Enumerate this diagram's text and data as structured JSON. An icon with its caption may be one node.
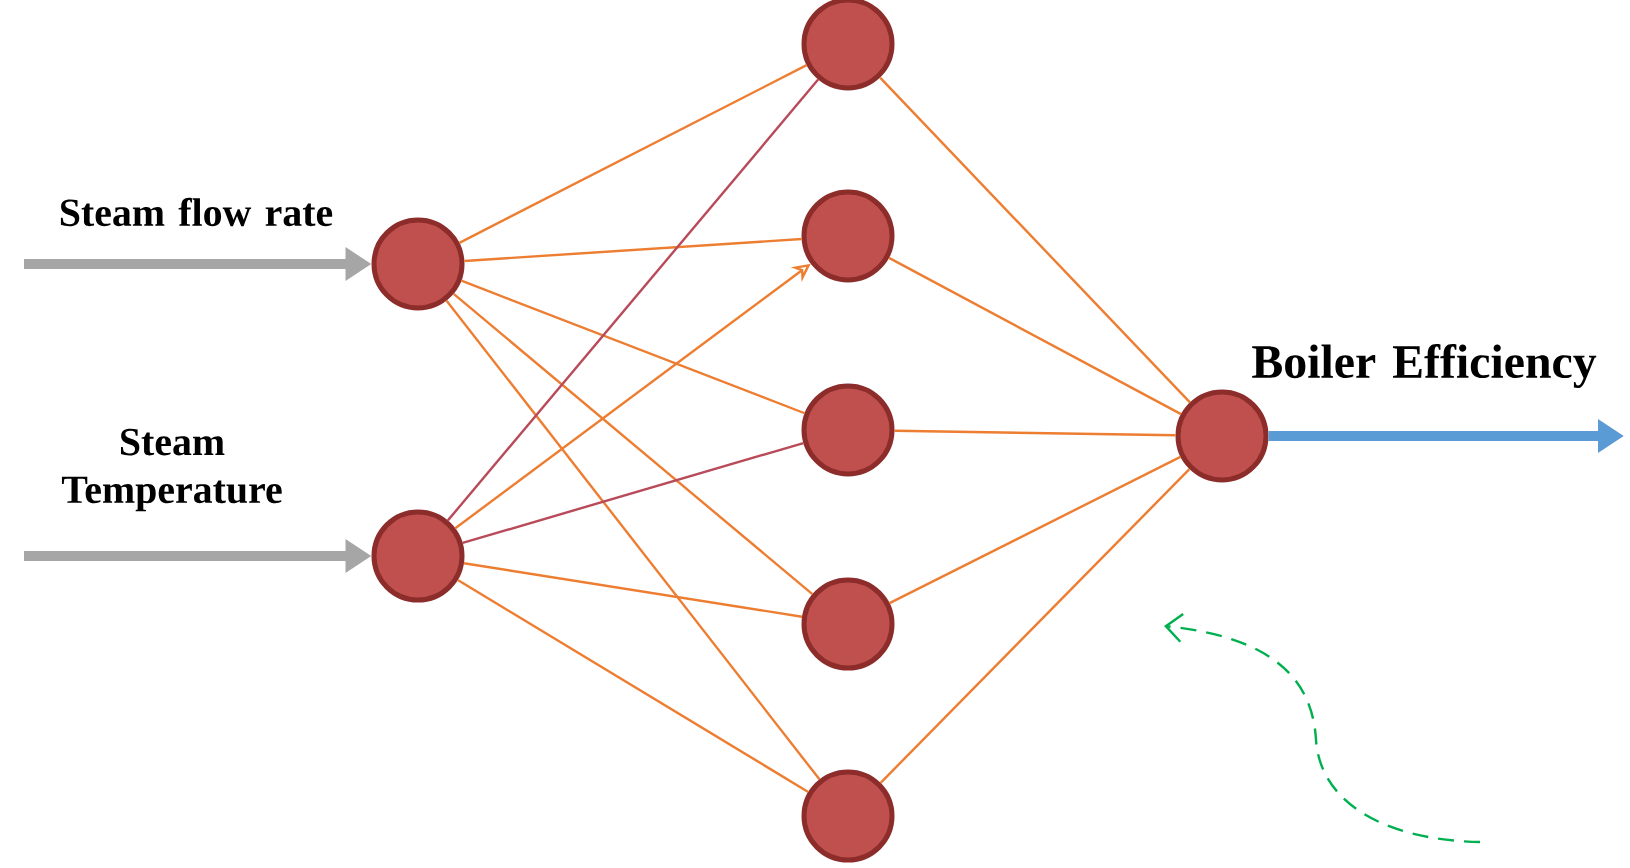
{
  "diagram": {
    "nodes": [
      {
        "text": [],
        "shape": "circle"
      },
      {
        "text": [],
        "shape": "circle"
      },
      {
        "text": [],
        "shape": "circle"
      },
      {
        "text": [],
        "shape": "circle"
      },
      {
        "text": [],
        "shape": "circle"
      },
      {
        "text": [],
        "shape": "circle"
      },
      {
        "text": [],
        "shape": "circle"
      },
      {
        "text": [],
        "shape": "circle"
      }
    ],
    "edges": [
      {
        "from": null,
        "to": 0,
        "arrow": "to",
        "label": "Steam flow rate",
        "style": "thick",
        "color": "#a6a6a6"
      },
      {
        "from": null,
        "to": 1,
        "arrow": "to",
        "label": "Steam Temperature",
        "style": "thick",
        "color": "#a6a6a6"
      },
      {
        "from": 0,
        "to": 2,
        "arrow": "none"
      },
      {
        "from": 0,
        "to": 3,
        "arrow": "none"
      },
      {
        "from": 0,
        "to": 4,
        "arrow": "none"
      },
      {
        "from": 0,
        "to": 5,
        "arrow": "none"
      },
      {
        "from": 0,
        "to": 6,
        "arrow": "none"
      },
      {
        "from": 1,
        "to": 2,
        "arrow": "none",
        "color": "#b94a5a"
      },
      {
        "from": 1,
        "to": 3,
        "arrow": "to"
      },
      {
        "from": 1,
        "to": 4,
        "arrow": "none",
        "color": "#b94a5a"
      },
      {
        "from": 1,
        "to": 5,
        "arrow": "none"
      },
      {
        "from": 1,
        "to": 6,
        "arrow": "none"
      },
      {
        "from": 2,
        "to": 7,
        "arrow": "none"
      },
      {
        "from": 3,
        "to": 7,
        "arrow": "none"
      },
      {
        "from": 4,
        "to": 7,
        "arrow": "none"
      },
      {
        "from": 5,
        "to": 7,
        "arrow": "none"
      },
      {
        "from": 6,
        "to": 7,
        "arrow": "none"
      },
      {
        "from": 7,
        "to": null,
        "arrow": "to",
        "label": "Boiler Efficiency",
        "style": "thick",
        "color": "#5b9bd5"
      }
    ]
  }
}
